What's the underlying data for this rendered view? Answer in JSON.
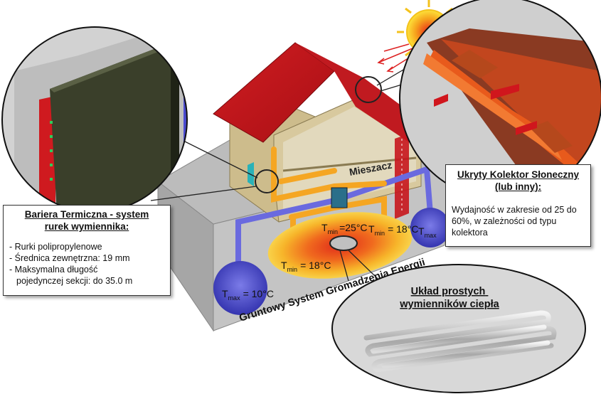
{
  "barrier": {
    "title_line1": "Bariera Termiczna - system",
    "title_line2": "rurek wymiennika:",
    "items": [
      "- Rurki polipropylenowe",
      "- Średnica zewnętrzna: 19 mm",
      "- Maksymalna długość",
      "pojedynczej sekcji: do 35.0 m"
    ]
  },
  "collector": {
    "title_line1": "Ukryty Kolektor Słoneczny",
    "title_line2": "(lub inny):",
    "description": "Wydajność w zakresie od 25 do 60%, w zależności od typu kolektora"
  },
  "exchangers": {
    "title_line1": "Układ prostych",
    "title_line2": "wymienników ciepła"
  },
  "mixer_label": "Mieszacz",
  "storage_label": "Gruntowy System Gromadzenia Energii",
  "temps": {
    "tmax_left": {
      "main": "T",
      "sub": "max",
      "value": "= 10°C"
    },
    "tmin_center": {
      "main": "T",
      "sub": "min",
      "value": "=25°C"
    },
    "tmin_right": {
      "main": "T",
      "sub": "min",
      "value": "= 18°C"
    },
    "tmin_lower": {
      "main": "T",
      "sub": "min",
      "value": "= 18°C"
    },
    "tmax_right": {
      "main": "T",
      "sub": "max",
      "value": ""
    }
  },
  "colors": {
    "roof": "#c8161d",
    "house_wall": "#c8b88a",
    "ground_box": "#bdbdbd",
    "blue_pipe": "#6a6adf",
    "orange_pipe": "#f5a623",
    "hot_zone": "#e8321e",
    "panel_dark": "#3a3f2a",
    "collector_orange": "#e85a1c"
  }
}
